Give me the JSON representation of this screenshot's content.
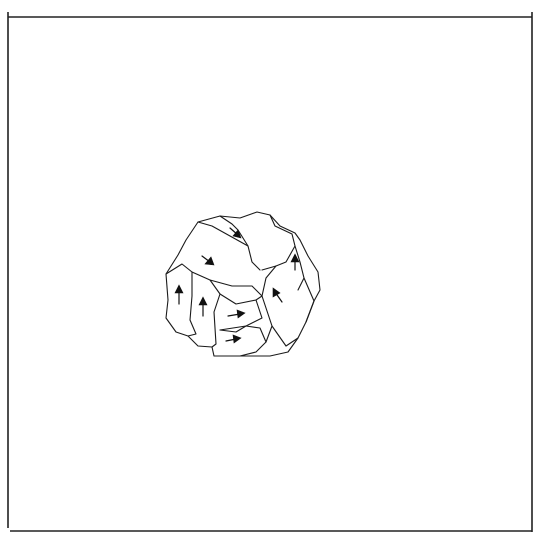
{
  "figure": {
    "colors": {
      "ink": "#1a1a1a",
      "background": "#ffffff"
    },
    "grains": [
      {
        "name": "grain-top-left"
      },
      {
        "name": "grain-top-center"
      },
      {
        "name": "grain-top-right"
      },
      {
        "name": "grain-right-small"
      },
      {
        "name": "grain-right-large"
      },
      {
        "name": "grain-left-outer"
      },
      {
        "name": "grain-left-inner"
      },
      {
        "name": "grain-bottom-middle"
      },
      {
        "name": "grain-bottom-lower"
      },
      {
        "name": "grain-bottom-right"
      }
    ],
    "arrows": [
      {
        "name": "arrow-top-center",
        "direction": "down-right"
      },
      {
        "name": "arrow-top-left",
        "direction": "down-right"
      },
      {
        "name": "arrow-right-small",
        "direction": "up"
      },
      {
        "name": "arrow-right-large",
        "direction": "up-left"
      },
      {
        "name": "arrow-left-outer",
        "direction": "up"
      },
      {
        "name": "arrow-left-inner",
        "direction": "up"
      },
      {
        "name": "arrow-bottom-middle",
        "direction": "right"
      },
      {
        "name": "arrow-bottom-lower",
        "direction": "right"
      }
    ]
  }
}
